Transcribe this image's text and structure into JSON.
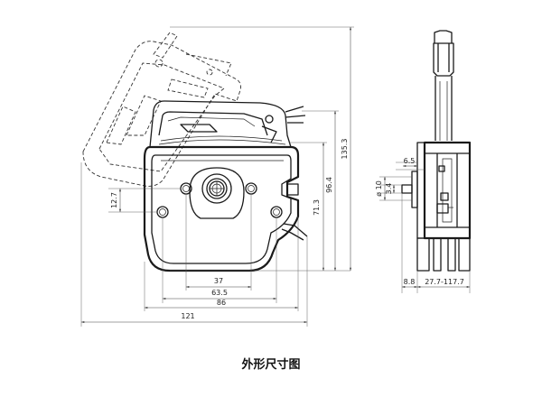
{
  "caption": "外形尺寸图",
  "dimensions": {
    "d37": "37",
    "d63_5": "63.5",
    "d86": "86",
    "d121": "121",
    "d12_7": "12.7",
    "d71_3": "71.3",
    "d96_4": "96.4",
    "d135_3": "135.3",
    "d6_5": "6.5",
    "d10": "ø 10",
    "d3_4": "3.4",
    "d8_8": "8.8",
    "d27_7": "27.7-117.7"
  }
}
